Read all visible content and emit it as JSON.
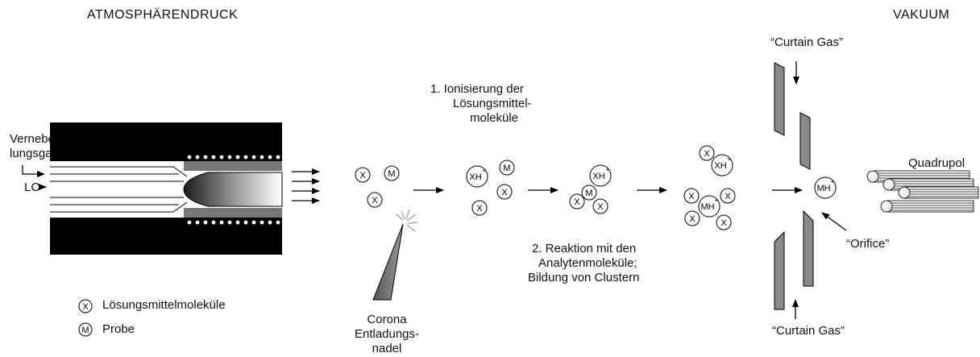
{
  "headers": {
    "left": "ATMOSPHÄRENDRUCK",
    "right": "VAKUUM"
  },
  "inlet": {
    "nebulizer_gas_line1": "Vernebe-",
    "nebulizer_gas_line2": "lungsgas",
    "lc": "LC"
  },
  "legend": {
    "solvent_symbol": "X",
    "solvent_label": "Lösungsmittelmoleküle",
    "probe_symbol": "M",
    "probe_label": "Probe"
  },
  "corona": {
    "line1": "Corona",
    "line2": "Entladungs-",
    "line3": "nadel"
  },
  "step1": {
    "line1": "1. Ionisierung der",
    "line2": "Lösungsmittel-",
    "line3": "moleküle"
  },
  "step2": {
    "line1": "2. Reaktion mit den",
    "line2": "Analytenmoleküle;",
    "line3": "Bildung von Clustern"
  },
  "vacuum": {
    "curtain_gas_top": "“Curtain Gas”",
    "curtain_gas_bottom": "“Curtain Gas”",
    "orifice": "“Orifice”",
    "quadrupol": "Quadrupol"
  },
  "molecules": {
    "x": "X",
    "m": "M",
    "xh": "XH",
    "mh": "MH",
    "charge": "+"
  }
}
